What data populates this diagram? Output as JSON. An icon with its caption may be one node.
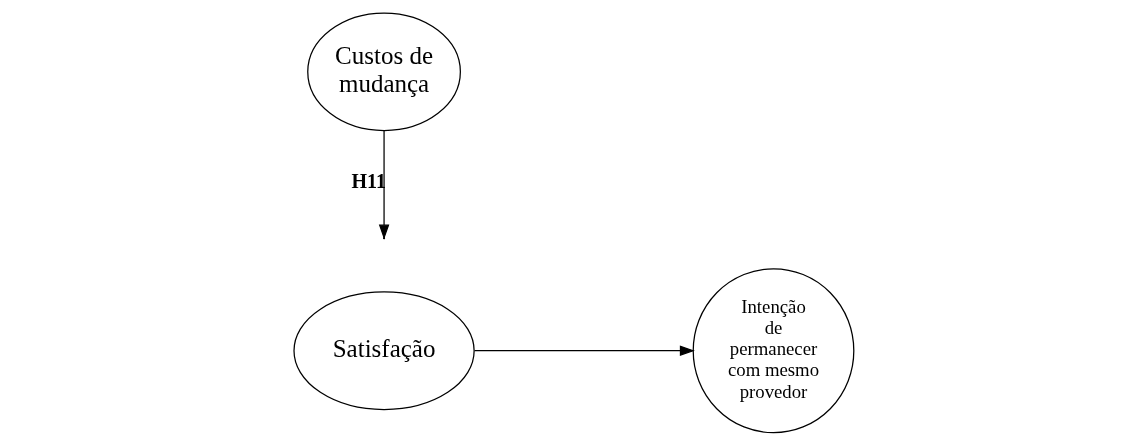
{
  "diagram": {
    "nodes": [
      {
        "text": [
          "Satisfação"
        ]
      },
      {
        "text": [
          "Custos de mudança"
        ]
      },
      {
        "text": [
          "Intenção de permanecer com mesmo provedor"
        ]
      }
    ],
    "edges": [
      {
        "from": 0,
        "to": 2,
        "arrow": "to"
      },
      {
        "from": 1,
        "to": null,
        "arrow": "to",
        "label": "H11"
      }
    ]
  }
}
